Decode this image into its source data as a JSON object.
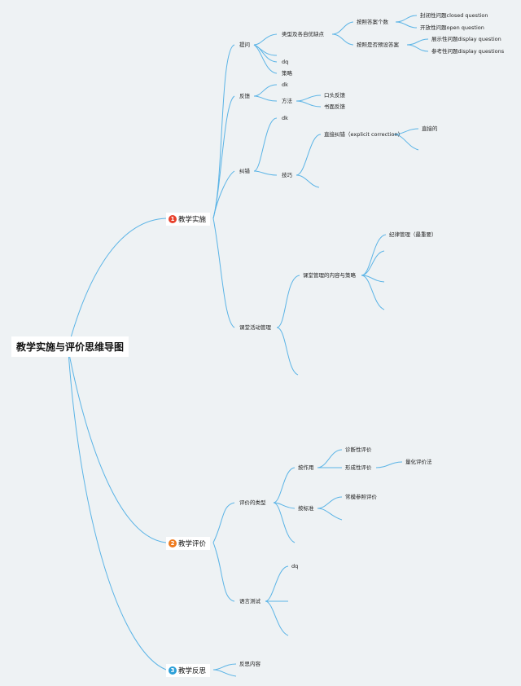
{
  "root": "教学实施与评价思维导图",
  "branches": [
    {
      "num": "1",
      "label": "教学实施",
      "color": "#e8412c"
    },
    {
      "num": "2",
      "label": "教学评价",
      "color": "#ee7a1e"
    },
    {
      "num": "3",
      "label": "教学反思",
      "color": "#2b9fd8"
    }
  ],
  "nodes": {
    "tiwen": "提问",
    "leixing": "类型及各自优缺点",
    "anzhao_shumu": "按照答案个数",
    "fengbi": "封闭性问题closed question",
    "kaifang": "开放性问题open question",
    "anzhao_yushe": "按照是否预设答案",
    "zhanshi": "展示性问题display question",
    "cankao": "参考性问题display questions",
    "dq": "dq",
    "celve": "策略",
    "fankui": "反馈",
    "fankui_dk": "dk",
    "fangfa": "方法",
    "koutou": "口头反馈",
    "shumian": "书面反馈",
    "jiucuo": "纠错",
    "jiucuo_dk": "dk",
    "jiqiao": "技巧",
    "zhijie_jiucuo": "直接纠错（explicit correction）",
    "zhijie": "直接的",
    "ketang": "课堂活动管理",
    "ketang_neirong": "课堂管理的内容与策略",
    "jilv": "纪律管理（最重要）",
    "pingjia_leixing": "评价的类型",
    "an_zuoyong": "按作用",
    "zhenduan": "诊断性评价",
    "xingcheng": "形成性评价",
    "lianghua": "量化评价法",
    "an_biaozhun": "按标准",
    "changmo": "常模参照评价",
    "yuyan_ceshi": "语言测试",
    "ceshi_dq": "dq",
    "fansi_neirong": "反思内容"
  }
}
